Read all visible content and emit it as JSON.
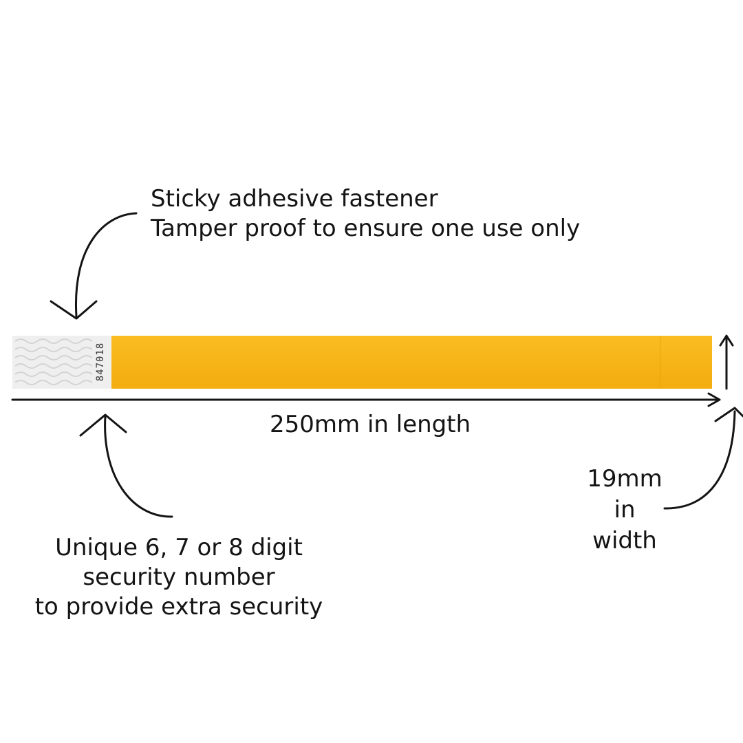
{
  "fastener_callout": {
    "line1": "Sticky adhesive fastener",
    "line2": "Tamper proof to ensure one use only"
  },
  "wristband": {
    "security_number": "847018",
    "band_color": "#f6b416",
    "tab_color": "#efefef"
  },
  "length_label": "250mm in length",
  "width_label": {
    "line1": "19mm",
    "line2": "in",
    "line3": "width"
  },
  "security_callout": {
    "line1": "Unique 6, 7 or 8 digit",
    "line2": "security number",
    "line3": "to provide extra security"
  },
  "icons": [
    "curved-arrow-down-icon",
    "curved-arrow-up-icon",
    "length-arrow-icon",
    "width-arrow-icon",
    "curved-arrow-width-icon"
  ]
}
